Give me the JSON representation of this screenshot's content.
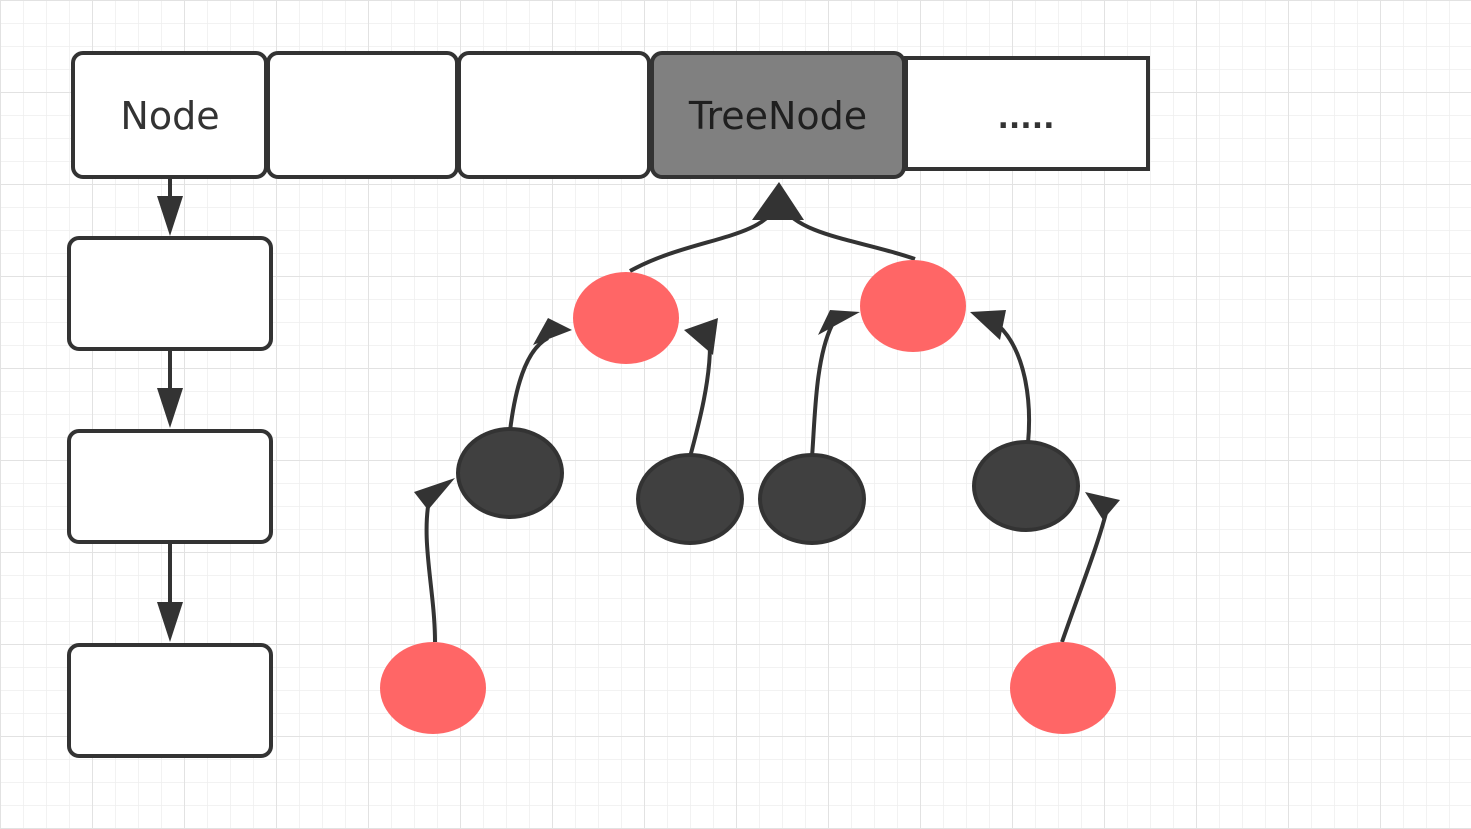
{
  "colors": {
    "stroke": "#333333",
    "red_node": "#ff6666",
    "black_node": "#404040",
    "highlight_cell": "#808080",
    "cell_fill": "#ffffff",
    "grid_minor": "#eeeeee",
    "grid_major": "#e2e2e2"
  },
  "table": {
    "cells": [
      {
        "label": "Node"
      },
      {
        "label": ""
      },
      {
        "label": ""
      },
      {
        "label": "TreeNode"
      },
      {
        "label": "....."
      }
    ]
  },
  "linked_list": {
    "boxes": [
      {
        "label": ""
      },
      {
        "label": ""
      },
      {
        "label": ""
      }
    ]
  },
  "tree": {
    "nodes": [
      {
        "id": "red-left",
        "color": "red"
      },
      {
        "id": "red-right",
        "color": "red"
      },
      {
        "id": "black-1",
        "color": "black"
      },
      {
        "id": "black-2",
        "color": "black"
      },
      {
        "id": "black-3",
        "color": "black"
      },
      {
        "id": "black-4",
        "color": "black"
      },
      {
        "id": "red-bottom-left",
        "color": "red"
      },
      {
        "id": "red-bottom-right",
        "color": "red"
      }
    ]
  }
}
